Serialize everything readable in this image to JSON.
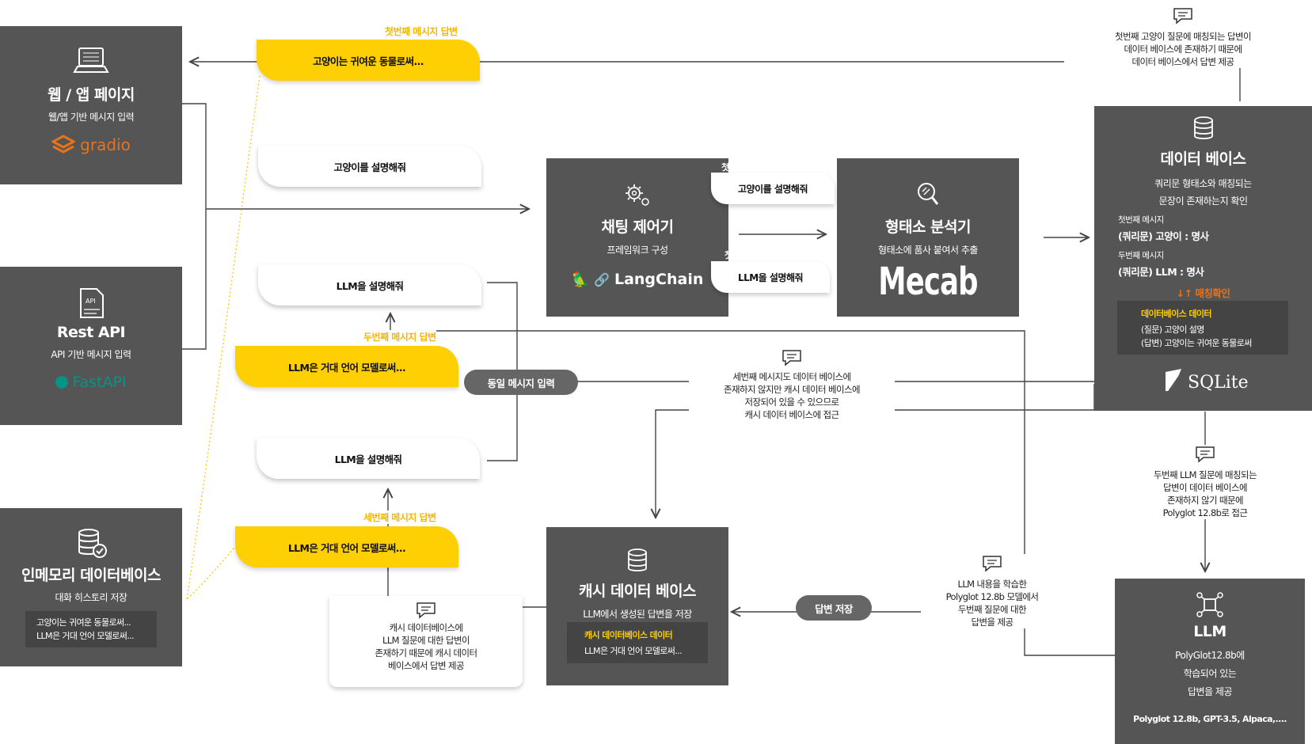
{
  "web": {
    "title": "웹 / 앱 페이지",
    "sub": "웹/앱 기반 메시지 입력",
    "brand": "gradio",
    "icon": "laptop-icon"
  },
  "rest": {
    "title": "Rest API",
    "sub": "API 기반 메시지 입력",
    "brand": "FastAPI",
    "icon": "document-icon"
  },
  "inmem": {
    "title": "인메모리 데이터베이스",
    "sub": "대화 히스토리 저장",
    "line1": "고양이는 귀여운 동물로써...",
    "line2": "LLM은 거대 언어 모델로써...",
    "icon": "database-check-icon"
  },
  "chat": {
    "title": "채팅 제어기",
    "sub": "프레임워크 구성",
    "brand": "LangChain",
    "tab1": "고양이를 설명해줘",
    "tab2": "LLM을 설명해줘",
    "mark1": "첫",
    "mark2": "첫",
    "icon": "gear-icon"
  },
  "morph": {
    "title": "형태소 분석기",
    "sub": "형태소에 품사 붙여서 추출",
    "brand": "Mecab",
    "icon": "magnifier-icon"
  },
  "db": {
    "title": "데이터 베이스",
    "sub1": "쿼리문 형태소와 매칭되는",
    "sub2": "문장이 존재하는지 확인",
    "msg1": "첫번째 메시지",
    "q1": "(쿼리문) 고양이 : 명사",
    "msg2": "두번째 메시지",
    "q2": "(쿼리문) LLM : 명사",
    "match": "↓↑  매칭확인",
    "inner_title": "데이터베이스 데이터",
    "inner1": "(질문) 고양이 설명",
    "inner2": "(답변) 고양이는 귀여운 동물로써",
    "brand": "SQLite",
    "icon": "database-icon"
  },
  "cache": {
    "title": "캐시 데이터 베이스",
    "sub": "LLM에서 생성된 답변을 저장",
    "inner_title": "캐시 데이터베이스 데이터",
    "inner1": "LLM은 거대 언어 모델로써...",
    "icon": "database-icon"
  },
  "llm": {
    "title": "LLM",
    "sub1": "PolyGlot12.8b에",
    "sub2": "학습되어 있는",
    "sub3": "답변을 제공",
    "models": "Polyglot 12.8b, GPT-3.5, Alpaca,....",
    "icon": "network-icon"
  },
  "pills": {
    "p1": "고양이는 귀여운 동물로써...",
    "p2": "고양이를 설명해줘",
    "p3": "LLM을 설명해줘",
    "p4": "LLM은 거대 언어 모델로써...",
    "p5": "LLM을 설명해줘",
    "p6": "LLM은 거대 언어 모델로써..."
  },
  "labels": {
    "first": "첫번째 메시지 답변",
    "second": "두번째 메시지 답변",
    "third": "세번째 메시지 답변"
  },
  "grey": {
    "same": "동일 메시지 입력",
    "save": "답변 저장"
  },
  "notes": {
    "n1": [
      "첫번째 고양이 질문에 매칭되는 답변이",
      "데이터 베이스에 존재하기 때문에",
      "데이터 베이스에서 답변 제공"
    ],
    "n2": [
      "세번째 메시지도 데이터 베이스에",
      "존재하지 않지만 캐시 데이터 베이스에",
      "저장되어 있을 수 있으므로",
      "캐시 데이터 베이스에 접근"
    ],
    "n3": [
      "두번째 LLM 질문에 매칭되는",
      "답변이 데이터 베이스에",
      "존재하지 않기 때문에",
      "Polyglot 12.8b로 접근"
    ],
    "n4": [
      "LLM 내용을 학습한",
      "Polyglot 12.8b 모델에서",
      "두번째 질문에 대한",
      "답변을 제공"
    ],
    "n5": [
      "캐시 데이터베이스에",
      "LLM 질문에 대한 답변이",
      "존재하기 때문에 캐시 데이터",
      "베이스에서 답변 제공"
    ]
  },
  "colors": {
    "box": "#555555",
    "accent": "#fecf02",
    "orange": "#e8731a",
    "fastapi": "#059487"
  }
}
